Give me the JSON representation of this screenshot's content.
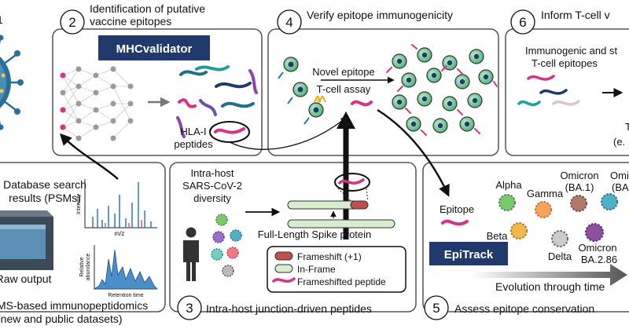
{
  "panels": {
    "p1": {
      "number": "1",
      "title_line1": "MS-based immunopeptidomics",
      "title_line2": "(new and public datasets)",
      "database_line1": "Database search",
      "database_line2": "results (PSMs)",
      "raw_output": "Raw output",
      "spectrum_x_label": "m/z",
      "spectrum_y_label": "Intensity",
      "chrom_x_label": "Retention time",
      "chrom_y_label1": "Relative",
      "chrom_y_label2": "abundance"
    },
    "p2": {
      "number": "2",
      "title_line1": "Identification of putative",
      "title_line2": "vaccine epitopes",
      "tool": "MHCvalidator",
      "peptides_line1": "HLA-I",
      "peptides_line2": "peptides"
    },
    "p3": {
      "number": "3",
      "title": "Intra-host junction-driven peptides",
      "diversity_line1": "Intra-host",
      "diversity_line2": "SARS-CoV-2",
      "diversity_line3": "diversity",
      "spike_label": "Full-Length Spike protein",
      "legend": {
        "frameshift": "Frameshift (+1)",
        "inframe": "In-Frame",
        "peptide": "Frameshifted peptide"
      }
    },
    "p4": {
      "number": "4",
      "title": "Verify epitope immunogenicity",
      "assay_line1": "Novel epitope",
      "assay_line2": "T-cell assay"
    },
    "p5": {
      "number": "5",
      "title": "Assess epitope conservation",
      "tool": "EpiTrack",
      "epitope": "Epitope",
      "variants": {
        "alpha": "Alpha",
        "gamma": "Gamma",
        "omicron_ba1_line1": "Omicron",
        "omicron_ba1_line2": "(BA.1)",
        "omicron_ba2_line1": "Omicron",
        "omicron_ba2_line2": "(BA.",
        "beta": "Beta",
        "delta": "Delta",
        "omicron_ba286_line1": "Omicron",
        "omicron_ba286_line2": "BA.2.86"
      },
      "evolution": "Evolution through time"
    },
    "p6": {
      "number": "6",
      "title": "Inform T-cell v",
      "body_line1": "Immunogenic and st",
      "body_line2": "T-cell epitopes",
      "partial1": "T",
      "partial2": "(e."
    }
  },
  "colors": {
    "tool_badge": "#1f3a6b",
    "frameshift": "#c0504d",
    "inframe": "#d9ecd2",
    "peptide": "#d63384",
    "virus": "#2a6f97"
  }
}
